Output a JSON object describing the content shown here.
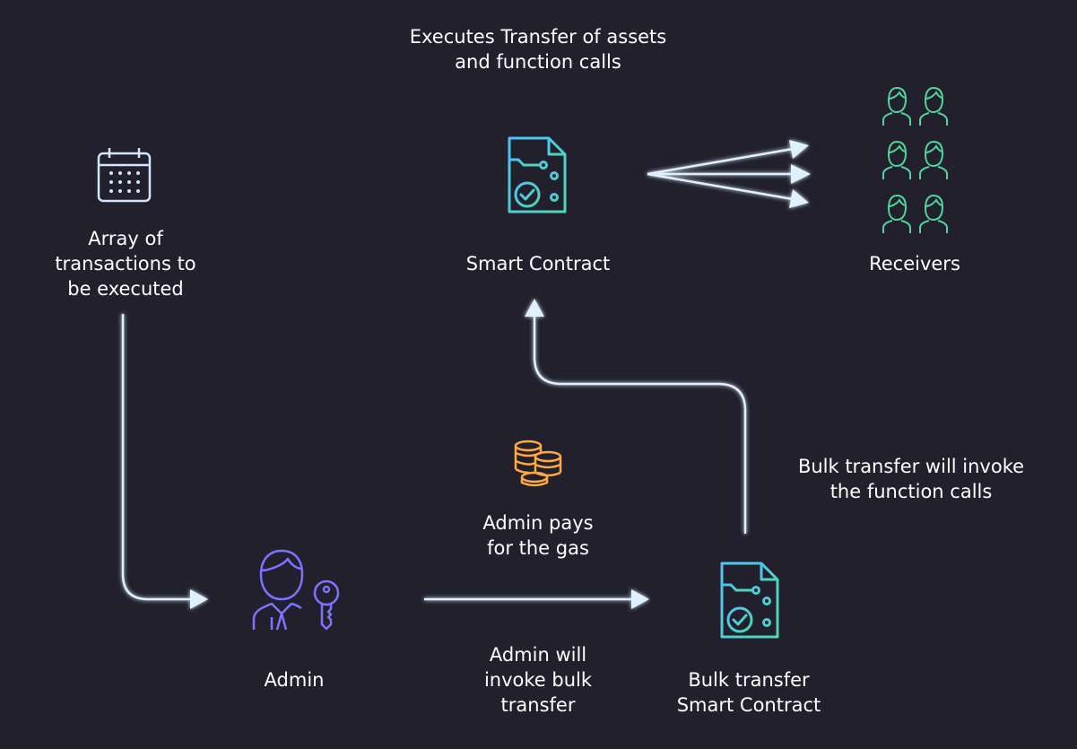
{
  "labels": {
    "executes": [
      "Executes Transfer of assets",
      "and function calls"
    ],
    "smart_contract": [
      "Smart Contract"
    ],
    "receivers": [
      "Receivers"
    ],
    "array": [
      "Array of",
      "transactions to",
      "be executed"
    ],
    "gas": [
      "Admin pays",
      "for the gas"
    ],
    "bulk_invoke": [
      "Bulk transfer will invoke",
      "the function calls"
    ],
    "admin": [
      "Admin"
    ],
    "admin_invoke": [
      "Admin will",
      "invoke bulk",
      "transfer"
    ],
    "bulk_contract": [
      "Bulk transfer",
      "Smart Contract"
    ]
  },
  "icons": {
    "calendar": "calendar-icon",
    "contract": "smart-contract-icon",
    "people": "person-icon",
    "coins": "coins-icon",
    "admin": "admin-person-icon",
    "key": "key-icon"
  },
  "colors": {
    "background": "#21202c",
    "arrow": "#dff1ff",
    "contract_cyan": "#4fc3f7",
    "contract_teal": "#4fd6b2",
    "receivers_green": "#4fd69a",
    "coins_orange": "#ffa940",
    "admin_purple": "#7c74ff",
    "calendar": "#cfe8ff"
  }
}
